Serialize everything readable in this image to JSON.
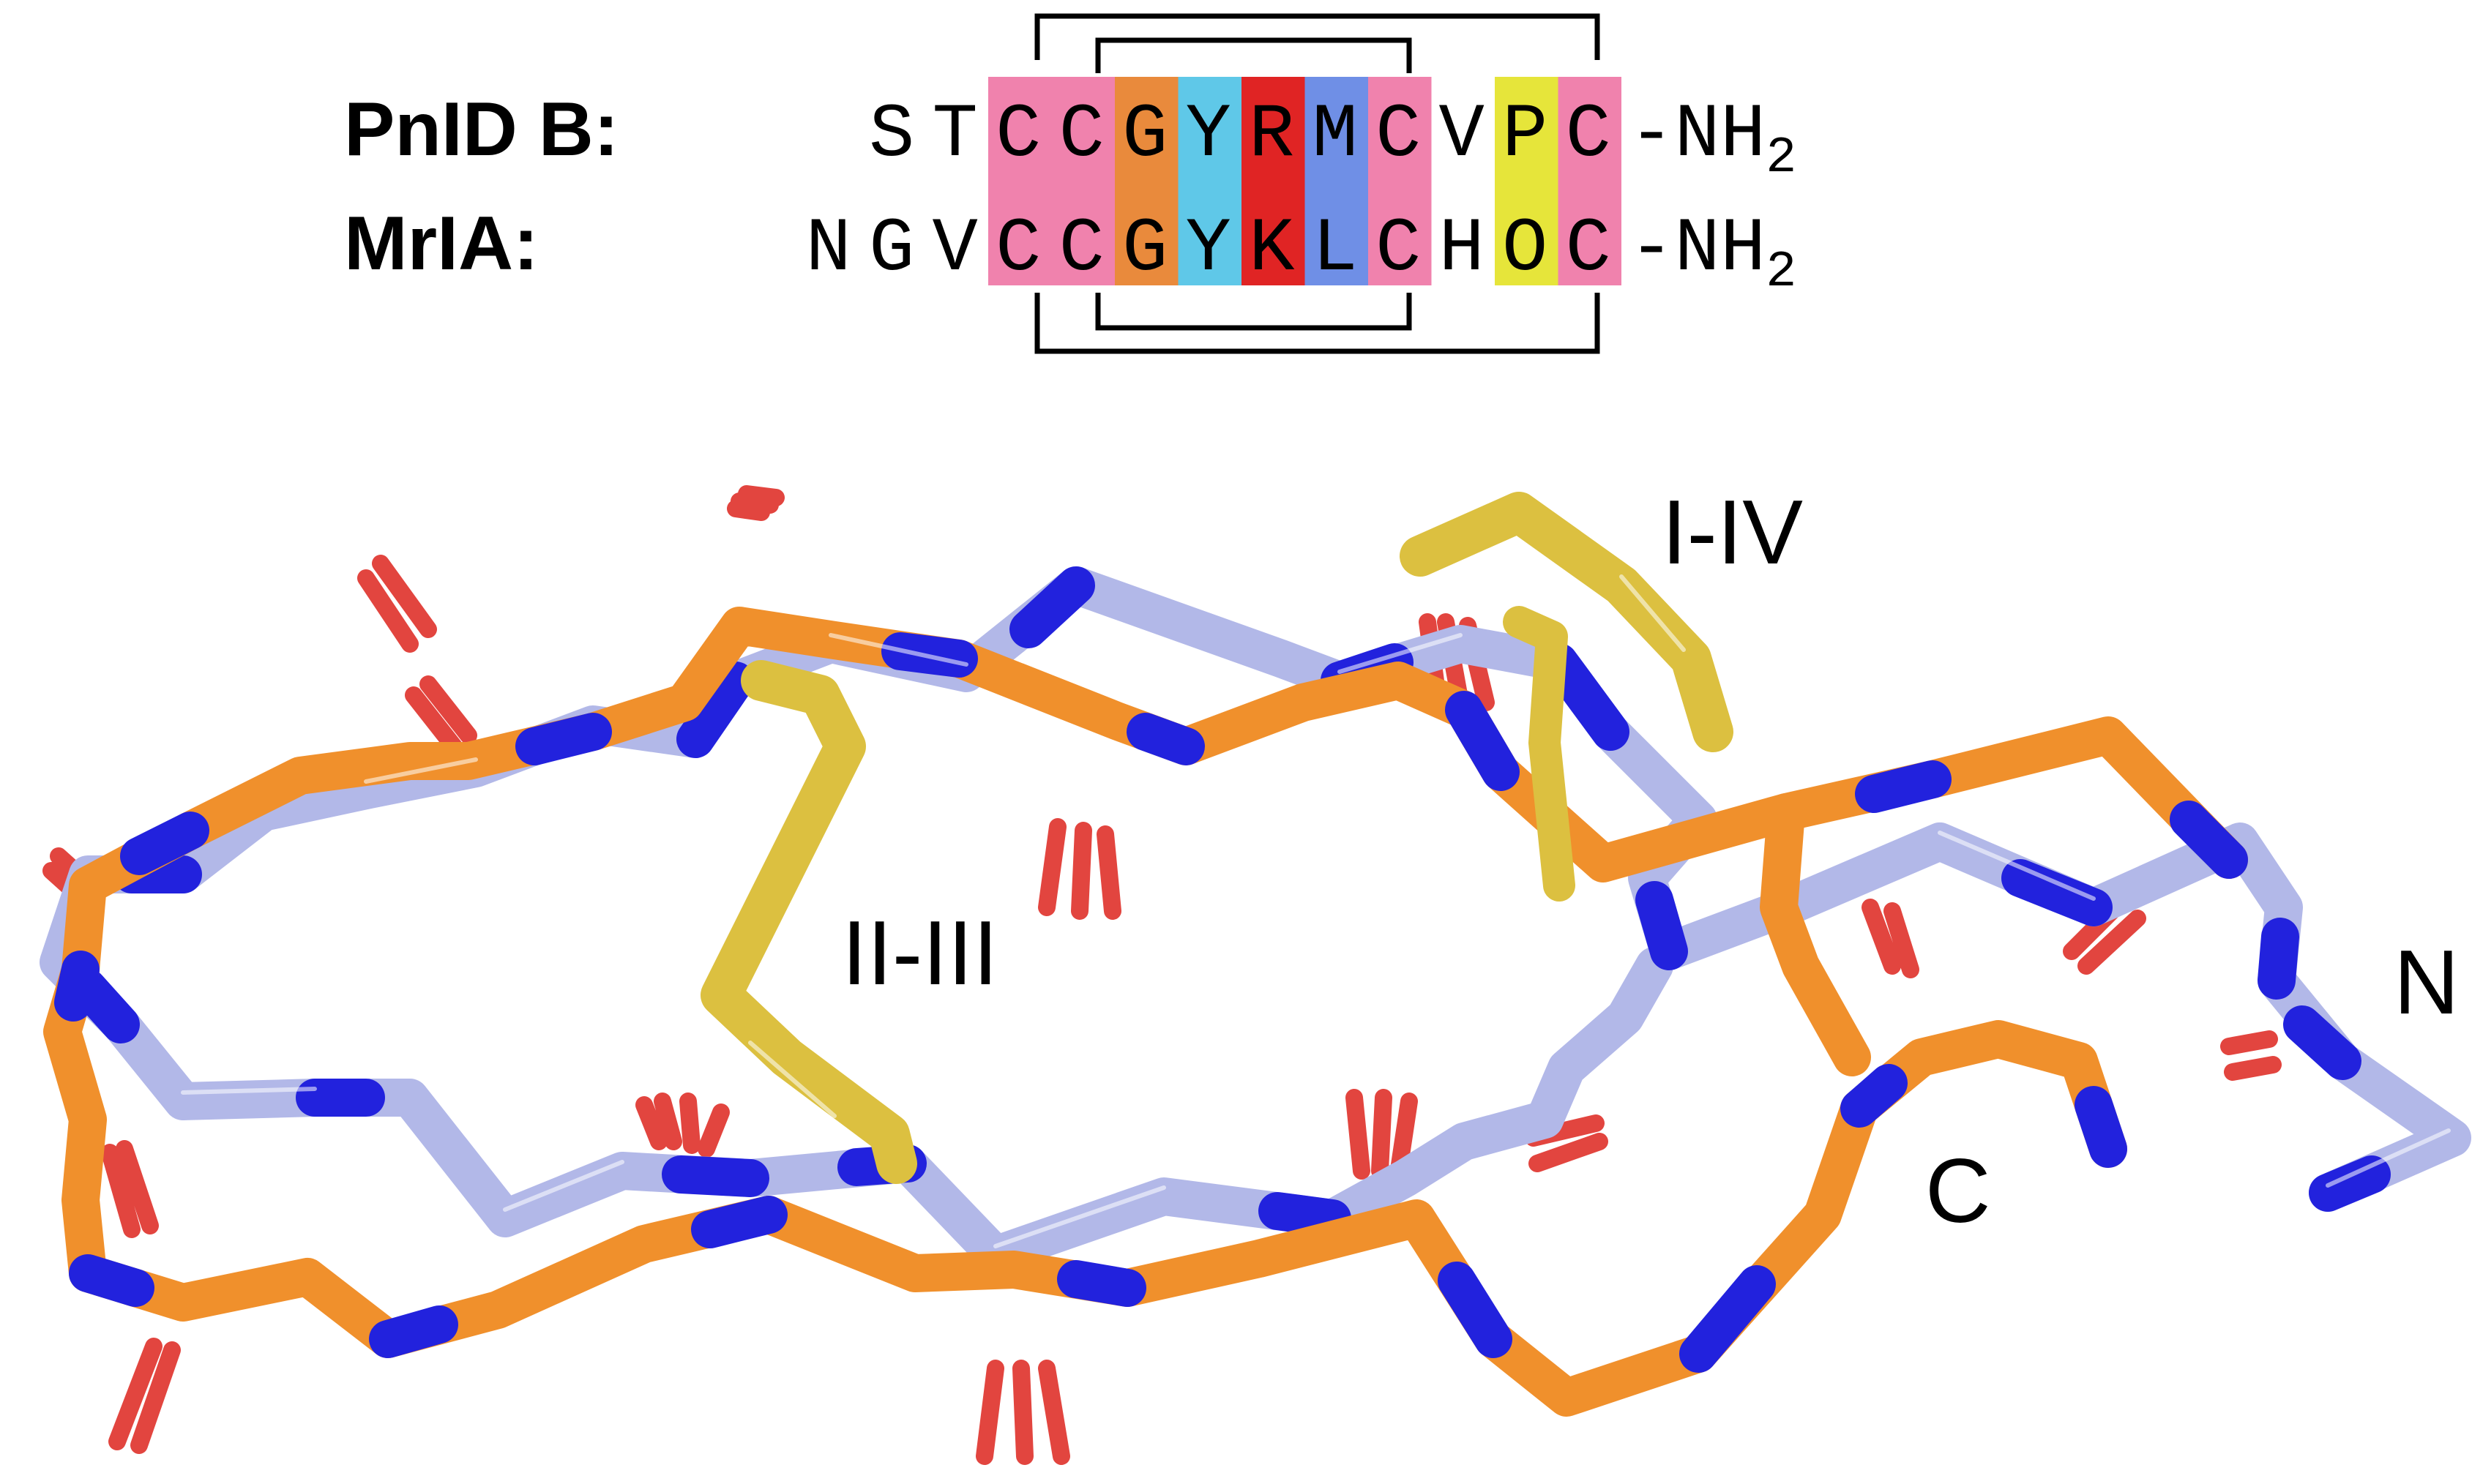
{
  "sequences": [
    {
      "label": "PnID B:",
      "residues": [
        "S",
        "T",
        "C",
        "C",
        "G",
        "Y",
        "R",
        "M",
        "C",
        "V",
        "P",
        "C"
      ],
      "terminus": "-NH",
      "sub": "2"
    },
    {
      "label": "MrIA:",
      "residues": [
        "N",
        "G",
        "V",
        "C",
        "C",
        "G",
        "Y",
        "K",
        "L",
        "C",
        "H",
        "O",
        "C"
      ],
      "terminus": "-NH",
      "sub": "2"
    }
  ],
  "alignment_colors": [
    "#f082ad",
    "#f082ad",
    "#e98a3c",
    "#5fc8e8",
    "#e02424",
    "#6f8fe6",
    "#f082ad",
    "",
    "#e6e53a",
    "#f082ad"
  ],
  "disulfide_labels": {
    "outer": "I-IV",
    "inner": "II-III"
  },
  "terminus_labels": {
    "n": "N",
    "c": "C"
  },
  "colors": {
    "pnidb_carbon": "#f0902c",
    "mria_carbon": "#b2b8e8",
    "nitrogen": "#2222dd",
    "oxygen": "#e2453f",
    "sulfur": "#dcc040"
  }
}
